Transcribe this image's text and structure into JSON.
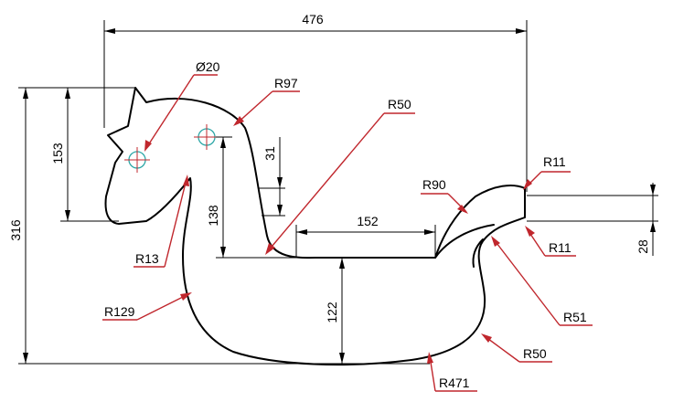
{
  "labels": {
    "width_476": "476",
    "height_316": "316",
    "height_153": "153",
    "dia_20": "Ø20",
    "r97": "R97",
    "r50_top": "R50",
    "d31": "31",
    "d138": "138",
    "d152": "152",
    "r90": "R90",
    "r11_upper": "R11",
    "r11_lower": "R11",
    "d28": "28",
    "r13": "R13",
    "r129": "R129",
    "d122": "122",
    "r51": "R51",
    "r50_bottom": "R50",
    "r471": "R471"
  },
  "colors": {
    "outline": "#000000",
    "dimension": "#000000",
    "leader": "#c0272d",
    "hole": "#2fa8a8"
  }
}
